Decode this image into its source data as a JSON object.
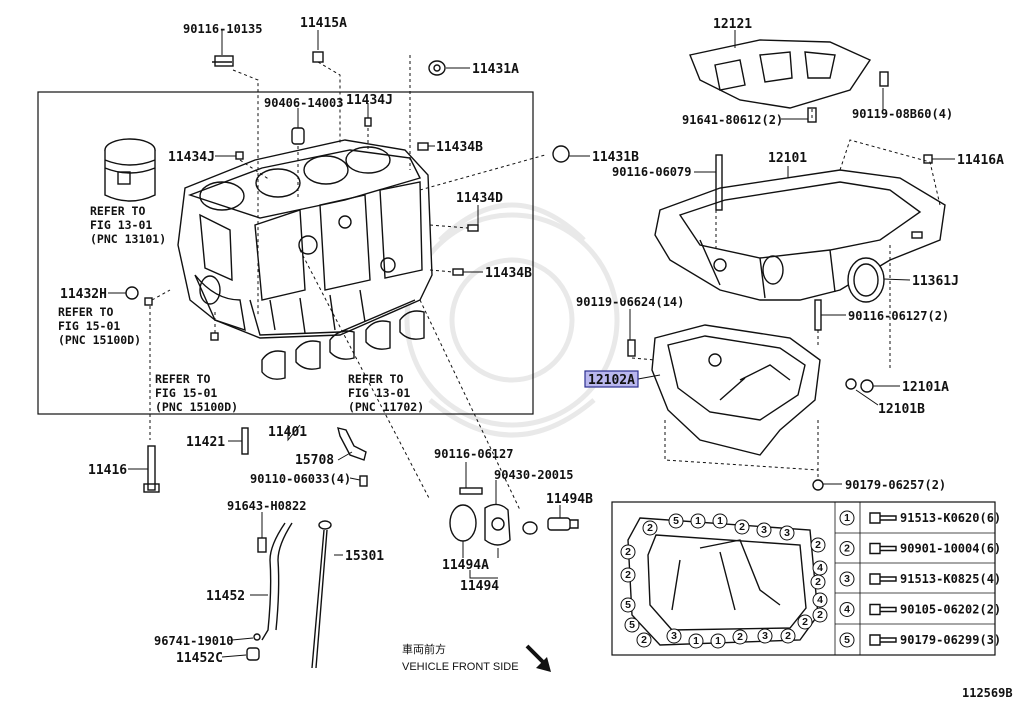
{
  "diagram_id": "112569B",
  "highlighted_part": "12102A",
  "direction": {
    "jp": "車両前方",
    "en": "VEHICLE FRONT SIDE"
  },
  "labels": {
    "p90116_10135": "90116-10135",
    "p11415A": "11415A",
    "p11431A": "11431A",
    "p12121": "12121",
    "p90406_14003": "90406-14003",
    "p11434J_top": "11434J",
    "p11434J_left": "11434J",
    "p11434B_top": "11434B",
    "p11431B": "11431B",
    "p91641_80612": "91641-80612(2)",
    "p90119_08B60": "90119-08B60(4)",
    "p12101": "12101",
    "p11416A": "11416A",
    "p90116_06079": "90116-06079",
    "p11434D": "11434D",
    "p11434B_mid": "11434B",
    "p11361J": "11361J",
    "p11432H": "11432H",
    "p90119_06624": "90119-06624(14)",
    "p90116_06127_2": "90116-06127(2)",
    "p12102A": "12102A",
    "p12101A": "12101A",
    "p12101B": "12101B",
    "p11421": "11421",
    "p11401": "11401",
    "p11416": "11416",
    "p15708": "15708",
    "p90110_06033": "90110-06033(4)",
    "p90116_06127": "90116-06127",
    "p90430_20015": "90430-20015",
    "p11494B": "11494B",
    "p90179_06257": "90179-06257(2)",
    "p91643_H0822": "91643-H0822",
    "p15301": "15301",
    "p11494A": "11494A",
    "p11494": "11494",
    "p11452": "11452",
    "p96741_19010": "96741-19010",
    "p11452C": "11452C"
  },
  "refs": {
    "ref_piston": [
      "REFER TO",
      "FIG 13-01",
      "(PNC 13101)"
    ],
    "ref_left": [
      "REFER TO",
      "FIG 15-01",
      "(PNC 15100D)"
    ],
    "ref_bottom_left": [
      "REFER TO",
      "FIG 15-01",
      "(PNC 15100D)"
    ],
    "ref_bottom_right": [
      "REFER TO",
      "FIG 13-01",
      "(PNC 11702)"
    ]
  },
  "legend": [
    {
      "num": "1",
      "part": "91513-K0620(6)"
    },
    {
      "num": "2",
      "part": "90901-10004(6)"
    },
    {
      "num": "3",
      "part": "91513-K0825(4)"
    },
    {
      "num": "4",
      "part": "90105-06202(2)"
    },
    {
      "num": "5",
      "part": "90179-06299(3)"
    }
  ],
  "pan_bolts": {
    "top_row": [
      "2",
      "5",
      "1",
      "1",
      "2",
      "3",
      "3"
    ],
    "bottom_row": [
      "2",
      "3",
      "1",
      "1",
      "2",
      "3",
      "2"
    ],
    "left_col": [
      "2",
      "2",
      "5",
      "5"
    ],
    "right_col": [
      "2",
      "4",
      "2",
      "4",
      "2",
      "2"
    ]
  }
}
